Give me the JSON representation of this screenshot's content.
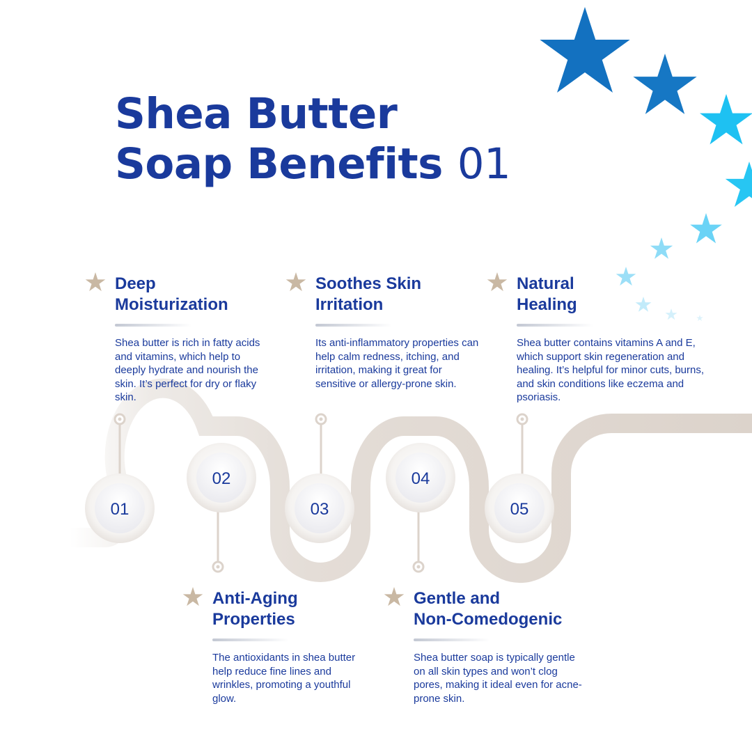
{
  "title": {
    "line1": "Shea Butter",
    "line2": "Soap Benefits",
    "number": "01"
  },
  "colors": {
    "navy": "#1a3a9c",
    "beige": "#c9b8a3",
    "track": "#e3dcd6",
    "star_blue_dark": "#1371c0",
    "star_blue_light": "#1ec1f2"
  },
  "benefits": [
    {
      "title_l1": "Deep",
      "title_l2": "Moisturization",
      "body": "Shea butter is rich in fatty acids and vitamins, which help to deeply hydrate and nourish the skin. It’s perfect for dry or flaky skin."
    },
    {
      "title_l1": "Anti-Aging",
      "title_l2": "Properties",
      "body": "The antioxidants in shea butter help reduce fine lines and wrinkles, promoting a youthful glow."
    },
    {
      "title_l1": "Soothes Skin",
      "title_l2": "Irritation",
      "body": "Its anti-inflammatory properties can help calm redness, itching, and irritation, making it great for sensitive or allergy-prone skin."
    },
    {
      "title_l1": "Gentle and",
      "title_l2": "Non-Comedogenic",
      "body": "Shea butter soap is typically gentle on all skin types and won’t clog pores, making it ideal even for acne-prone skin."
    },
    {
      "title_l1": "Natural",
      "title_l2": "Healing",
      "body": "Shea butter contains vitamins A and E, which support skin regeneration and healing. It’s helpful for minor cuts, burns, and skin conditions like eczema and psoriasis."
    }
  ],
  "steps": [
    "01",
    "02",
    "03",
    "04",
    "05"
  ],
  "icons": {
    "bullet": "star-icon",
    "decoration": "star-icon"
  }
}
